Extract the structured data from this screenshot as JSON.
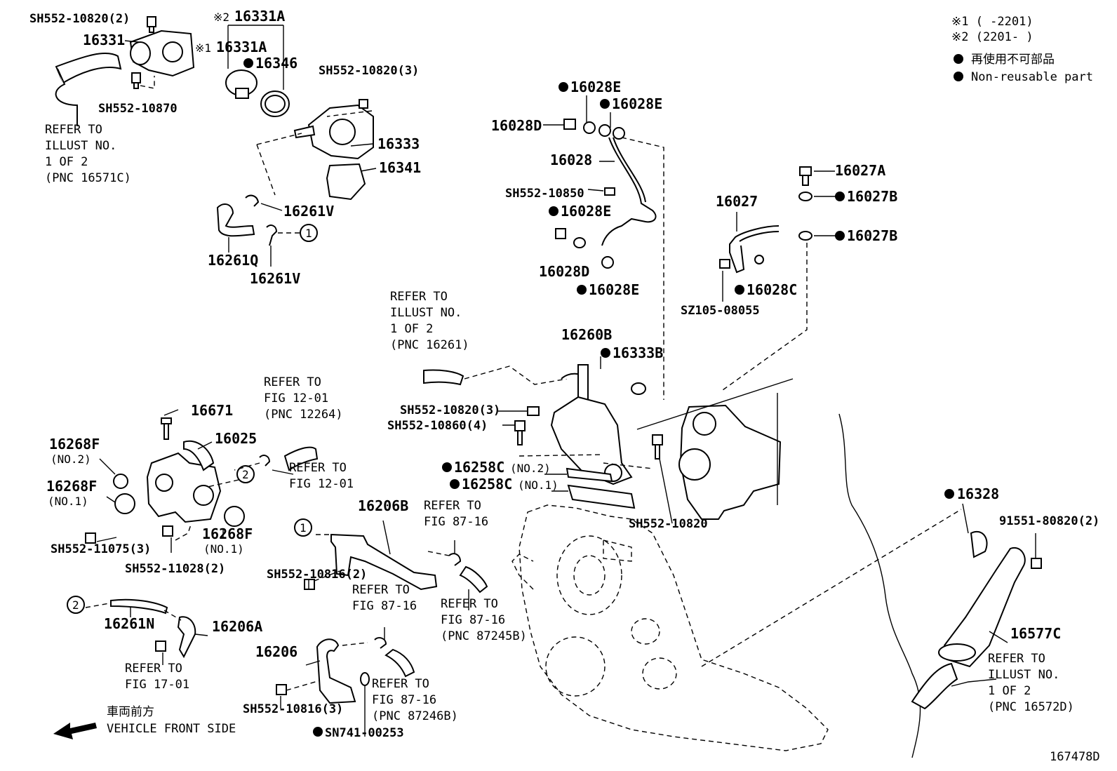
{
  "legend": {
    "note1": "※1 (      -2201)",
    "note2": "※2 (2201-      )",
    "nonreusable_jp": "再使用不可部品",
    "nonreusable_en": "Non-reusable part"
  },
  "orientation": {
    "jp": "車両前方",
    "en": "VEHICLE FRONT SIDE"
  },
  "illustration_id": "167478D",
  "labels": {
    "l01": "SH552-10820(2)",
    "l02": "16331",
    "l03": "16331A",
    "l04": "16331A",
    "l05": "16346",
    "l06": "SH552-10870",
    "l07": "SH552-10820(3)",
    "l08": "16333",
    "l09": "16341",
    "l10": "16261V",
    "l11": "16261Q",
    "l12": "16261V",
    "l13": "16028E",
    "l14": "16028E",
    "l15": "16028D",
    "l16": "16028",
    "l17": "SH552-10850",
    "l18": "16028E",
    "l19": "16028D",
    "l20": "16028E",
    "l21": "16027A",
    "l22": "16027",
    "l23": "16027B",
    "l24": "16027B",
    "l25": "16028C",
    "l26": "SZ105-08055",
    "l27": "16260B",
    "l28": "16333B",
    "l29": "SH552-10820(3)",
    "l30": "SH552-10860(4)",
    "l31": "16258C",
    "l32": "16258C",
    "l33": "SH552-10820",
    "l34": "16671",
    "l35": "16025",
    "l36": "16268F",
    "l37": "16268F",
    "l38": "16268F",
    "l39": "SH552-11075(3)",
    "l40": "SH552-11028(2)",
    "l41": "16206B",
    "l42": "SH552-10816(2)",
    "l43": "16261N",
    "l44": "16206A",
    "l45": "16206",
    "l46": "SH552-10816(3)",
    "l47": "SN741-00253",
    "l48": "16328",
    "l49": "91551-80820(2)",
    "l50": "16577C"
  },
  "sublabels": {
    "s1": "(NO.2)",
    "s2": "(NO.1)",
    "s3": "(NO.2)",
    "s4": "(NO.1)",
    "s5": "(NO.1)",
    "mark1": "※1",
    "mark2": "※2"
  },
  "refs": {
    "r1": [
      "REFER TO",
      "ILLUST NO.",
      "1 OF 2",
      "(PNC 16571C)"
    ],
    "r2": [
      "REFER TO",
      "ILLUST NO.",
      "1 OF 2",
      "(PNC 16261)"
    ],
    "r3": [
      "REFER TO",
      "FIG 12-01",
      "(PNC 12264)"
    ],
    "r4": [
      "REFER TO",
      "FIG 12-01"
    ],
    "r5": [
      "REFER TO",
      "FIG 87-16"
    ],
    "r6": [
      "REFER TO",
      "FIG 87-16",
      "(PNC 87245B)"
    ],
    "r7": [
      "REFER TO",
      "FIG 87-16"
    ],
    "r8": [
      "REFER TO",
      "FIG 87-16",
      "(PNC 87246B)"
    ],
    "r9": [
      "REFER TO",
      "FIG 17-01"
    ],
    "r10": [
      "REFER TO",
      "ILLUST NO.",
      "1 OF 2",
      "(PNC 16572D)"
    ]
  },
  "callouts": {
    "c1": "1",
    "c2": "1",
    "c3": "2",
    "c4": "2"
  }
}
